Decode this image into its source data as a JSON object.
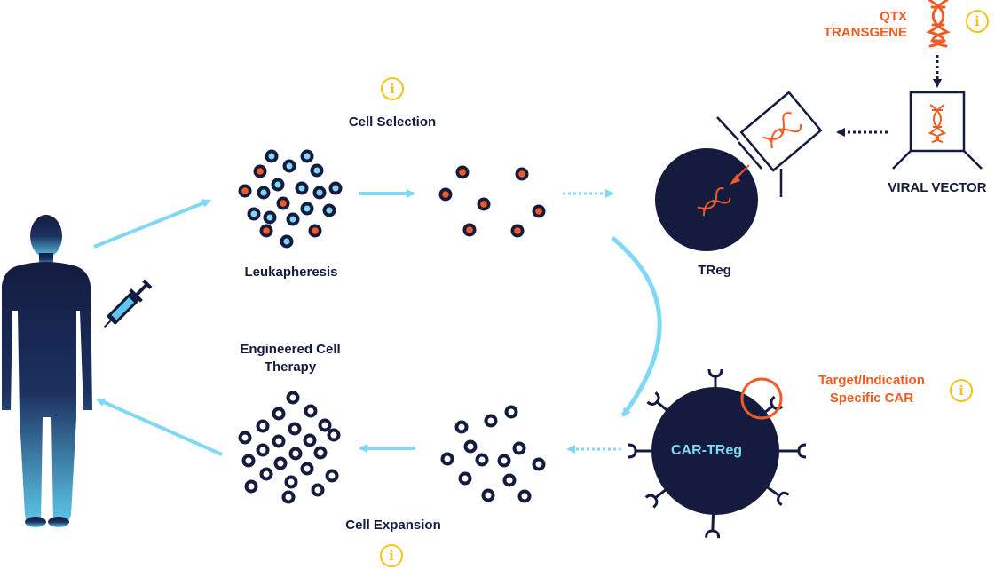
{
  "labels": {
    "cell_selection": "Cell Selection",
    "leukapheresis": "Leukapheresis",
    "treg": "TReg",
    "viral_vector": "VIRAL VECTOR",
    "qtx_line1": "QTX",
    "qtx_line2": "TRANSGENE",
    "engineered_line1": "Engineered Cell",
    "engineered_line2": "Therapy",
    "cell_expansion": "Cell Expansion",
    "car_treg": "CAR-TReg",
    "target_line1": "Target/Indication",
    "target_line2": "Specific CAR"
  },
  "info_icon": {
    "glyph": "i",
    "icon_name": "info-icon"
  },
  "colors": {
    "navy": "#141b3f",
    "orange": "#f15a22",
    "light_blue": "#7fd8f5",
    "yellow": "#f3c31b"
  }
}
